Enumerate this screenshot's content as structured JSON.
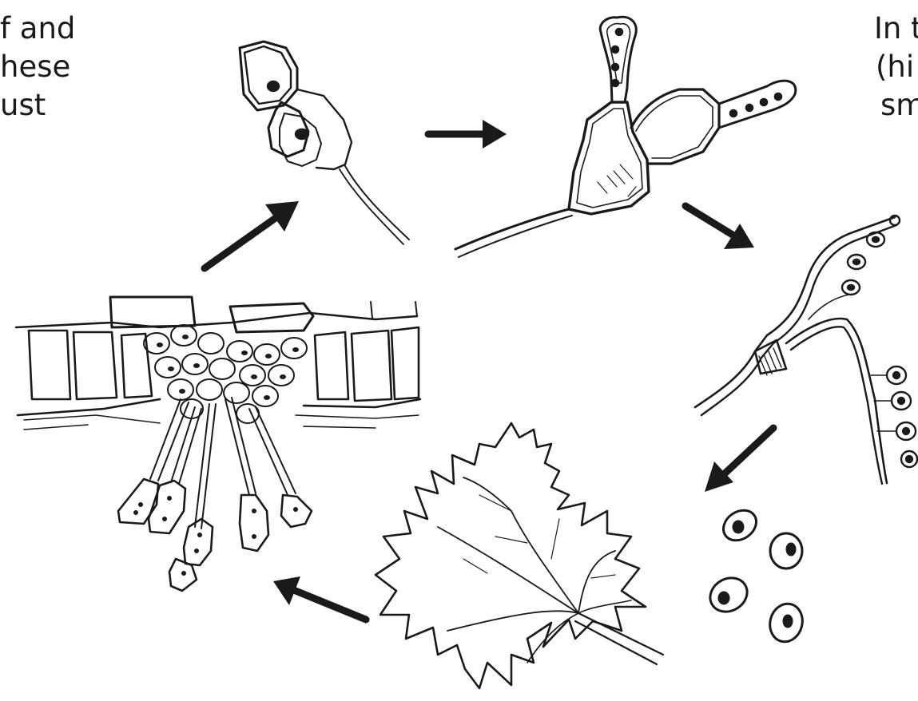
{
  "diagram": {
    "cropped_text_left": [
      "f and",
      "hese",
      "ust"
    ],
    "cropped_text_right": [
      "In t",
      "(hi",
      "sm"
    ],
    "colors": {
      "ink": "#1a1a1a",
      "background": "#ffffff"
    },
    "stages": [
      "two-celled-spore-icon",
      "germinating-basidium-icon",
      "basidium-with-sporidia-icon",
      "sporidia-icon",
      "leaf-icon",
      "leaf-section-with-telia-icon"
    ]
  }
}
